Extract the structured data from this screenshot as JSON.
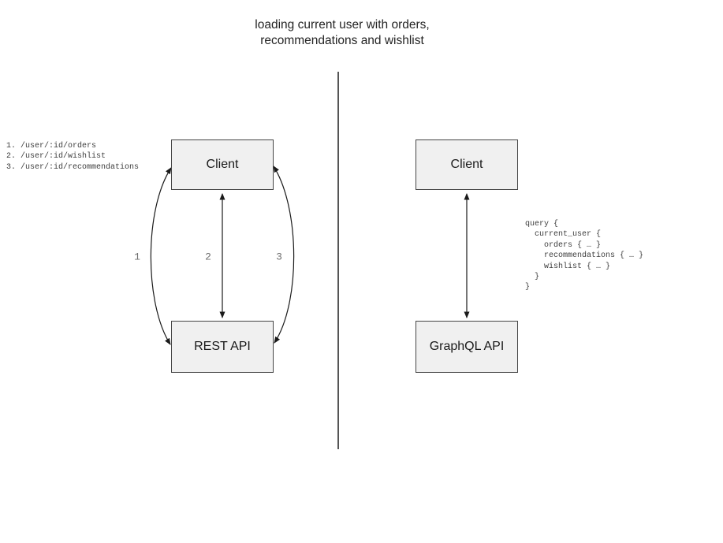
{
  "title": {
    "text": "loading current user with orders,\nrecommendations and wishlist"
  },
  "colors": {
    "box_fill": "#f0f0f0",
    "box_border": "#454545",
    "arrow": "#1a1a1a",
    "divider": "#555555",
    "code_text": "#3d3d3d",
    "arrow_number_gray": "#6e6e6e"
  },
  "rest_panel": {
    "endpoints": [
      "1. /user/:id/orders",
      "2. /user/:id/wishlist",
      "3. /user/:id/recommendations"
    ],
    "client_box_label": "Client",
    "api_box_label": "REST API",
    "arrow_labels": [
      "1",
      "2",
      "3"
    ]
  },
  "graphql_panel": {
    "client_box_label": "Client",
    "api_box_label": "GraphQL API",
    "query_lines": [
      "query {",
      "  current_user {",
      "    orders { … }",
      "    recommendations { … }",
      "    wishlist { … }",
      "  }",
      "}"
    ]
  }
}
